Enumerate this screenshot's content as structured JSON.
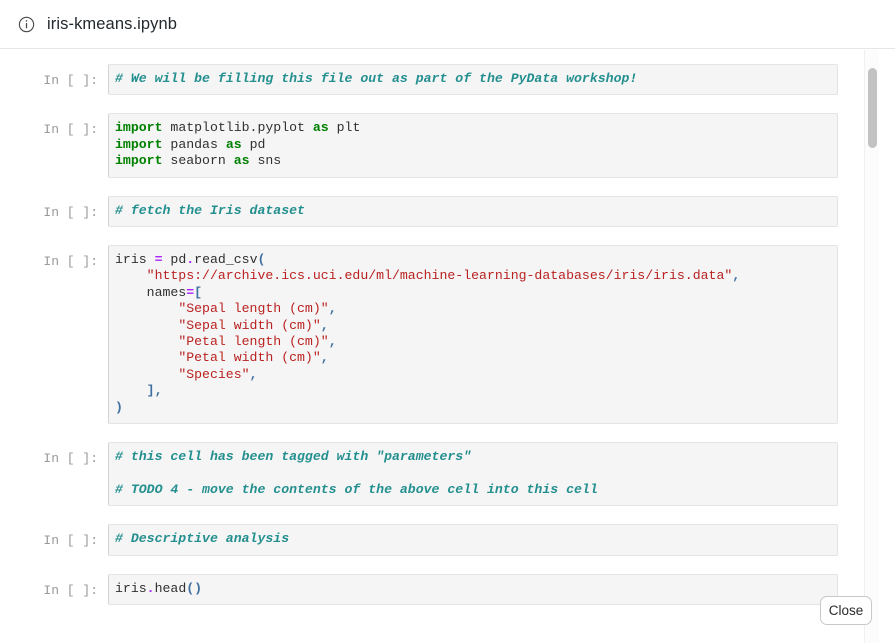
{
  "header": {
    "icon": "info-icon",
    "title": "iris-kmeans.ipynb"
  },
  "notebook": {
    "prompt_label": "In [ ]:",
    "cells": [
      {
        "id": "cell-1",
        "prompt": "In [ ]:",
        "text": "# We will be filling this file out as part of the PyData workshop!"
      },
      {
        "id": "cell-2",
        "prompt": "In [ ]:",
        "text": "import matplotlib.pyplot as plt\nimport pandas as pd\nimport seaborn as sns"
      },
      {
        "id": "cell-3",
        "prompt": "In [ ]:",
        "text": "# fetch the Iris dataset"
      },
      {
        "id": "cell-4",
        "prompt": "In [ ]:",
        "text": "iris = pd.read_csv(\n    \"https://archive.ics.uci.edu/ml/machine-learning-databases/iris/iris.data\",\n    names=[\n        \"Sepal length (cm)\",\n        \"Sepal width (cm)\",\n        \"Petal length (cm)\",\n        \"Petal width (cm)\",\n        \"Species\",\n    ],\n)"
      },
      {
        "id": "cell-5",
        "prompt": "In [ ]:",
        "text": "# this cell has been tagged with \"parameters\"\n\n# TODO 4 - move the contents of the above cell into this cell"
      },
      {
        "id": "cell-6",
        "prompt": "In [ ]:",
        "text": "# Descriptive analysis"
      },
      {
        "id": "cell-7",
        "prompt": "In [ ]:",
        "text": "iris.head()"
      }
    ]
  },
  "footer": {
    "close_label": "Close"
  },
  "colors": {
    "comment": "#248f8f",
    "keyword": "#008000",
    "string": "#ba2121",
    "operator": "#aa22ff",
    "punctuation": "#4070a0",
    "cell_background": "#f5f5f5",
    "prompt": "#999999"
  }
}
